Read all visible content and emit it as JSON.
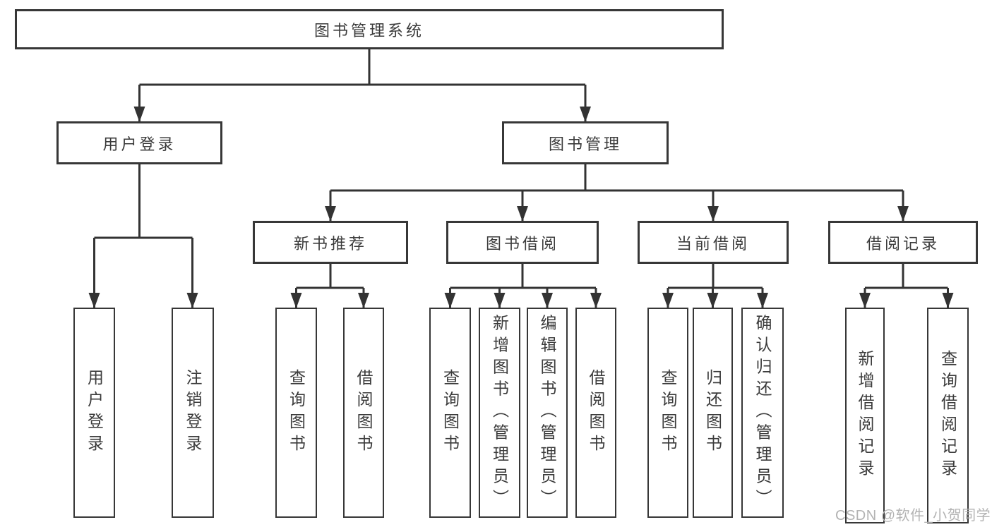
{
  "tree": {
    "root": {
      "label": "图书管理系统"
    },
    "branches": [
      {
        "label": "用户登录",
        "children": [
          "用户登录",
          "注销登录"
        ]
      },
      {
        "label": "图书管理",
        "groups": [
          {
            "label": "新书推荐",
            "children": [
              "查询图书",
              "借阅图书"
            ]
          },
          {
            "label": "图书借阅",
            "children": [
              "查询图书",
              "新增图书（管理员）",
              "编辑图书（管理员）",
              "借阅图书"
            ]
          },
          {
            "label": "当前借阅",
            "children": [
              "查询图书",
              "归还图书",
              "确认归还（管理员）"
            ]
          },
          {
            "label": "借阅记录",
            "children": [
              "新增借阅记录",
              "查询借阅记录"
            ]
          }
        ]
      }
    ]
  },
  "watermark": "CSDN @软件_小贺同学",
  "colors": {
    "line": "#333333",
    "border": "#373737",
    "text": "#3b3b3b",
    "watermark": "#b3b3b3",
    "bg": "#ffffff"
  }
}
